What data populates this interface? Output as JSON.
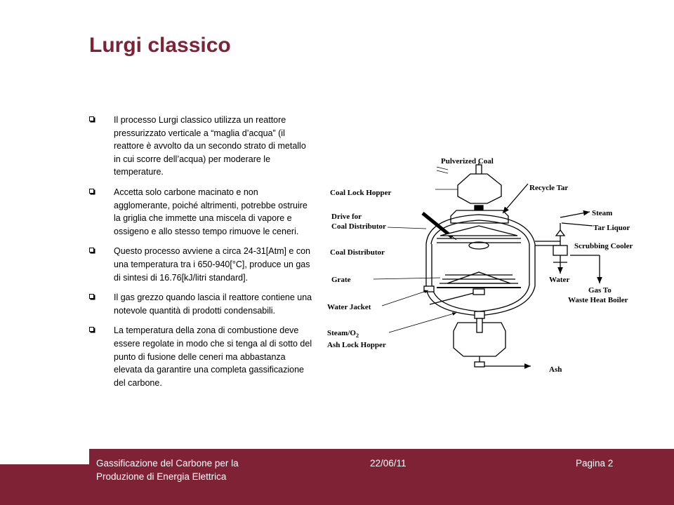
{
  "slide": {
    "title": "Lurgi classico"
  },
  "bullets": [
    {
      "text": "Il processo Lurgi classico utilizza un reattore pressurizzato verticale a “maglia d’acqua” (il reattore è avvolto da un secondo strato di metallo in cui scorre dell’acqua) per moderare le temperature."
    },
    {
      "text": "Accetta solo carbone macinato e non agglomerante, poiché altrimenti, potrebbe ostruire la griglia che immette una miscela di vapore e ossigeno e allo stesso tempo rimuove le ceneri."
    },
    {
      "text": "Questo processo avviene a circa 24-31[Atm] e con una temperatura tra i 650-940[°C], produce un gas di sintesi di 16.76[kJ/litri standard]."
    },
    {
      "text": "Il gas grezzo quando lascia il reattore contiene una notevole quantità di prodotti condensabili."
    },
    {
      "text": "La temperatura della zona di combustione deve essere regolate in modo che si tenga al di sotto del punto di fusione delle ceneri ma abbastanza elevata da garantire una completa gassificazione del carbone."
    }
  ],
  "diagram": {
    "labels": {
      "pulverized_coal": "Pulverized Coal",
      "coal_lock_hopper": "Coal Lock Hopper",
      "recycle_tar": "Recycle Tar",
      "steam": "Steam",
      "drive_for": "Drive for",
      "coal_distributor_drive": "Coal Distributor",
      "tar_liquor": "Tar Liquor",
      "scrubbing_cooler": "Scrubbing Cooler",
      "coal_distributor": "Coal Distributor",
      "grate": "Grate",
      "water": "Water",
      "gas_to": "Gas To",
      "waste_heat_boiler": "Waste Heat Boiler",
      "water_jacket": "Water Jacket",
      "steam_o2": "Steam/O",
      "steam_o2_sub": "2",
      "ash_lock_hopper": "Ash Lock Hopper",
      "ash": "Ash"
    }
  },
  "footer": {
    "title_line1": "Gassificazione del Carbone per la",
    "title_line2": "Produzione di Energia Elettrica",
    "date": "22/06/11",
    "page": "Pagina 2"
  },
  "colors": {
    "accent": "#7f2236",
    "background": "#ffffff"
  }
}
